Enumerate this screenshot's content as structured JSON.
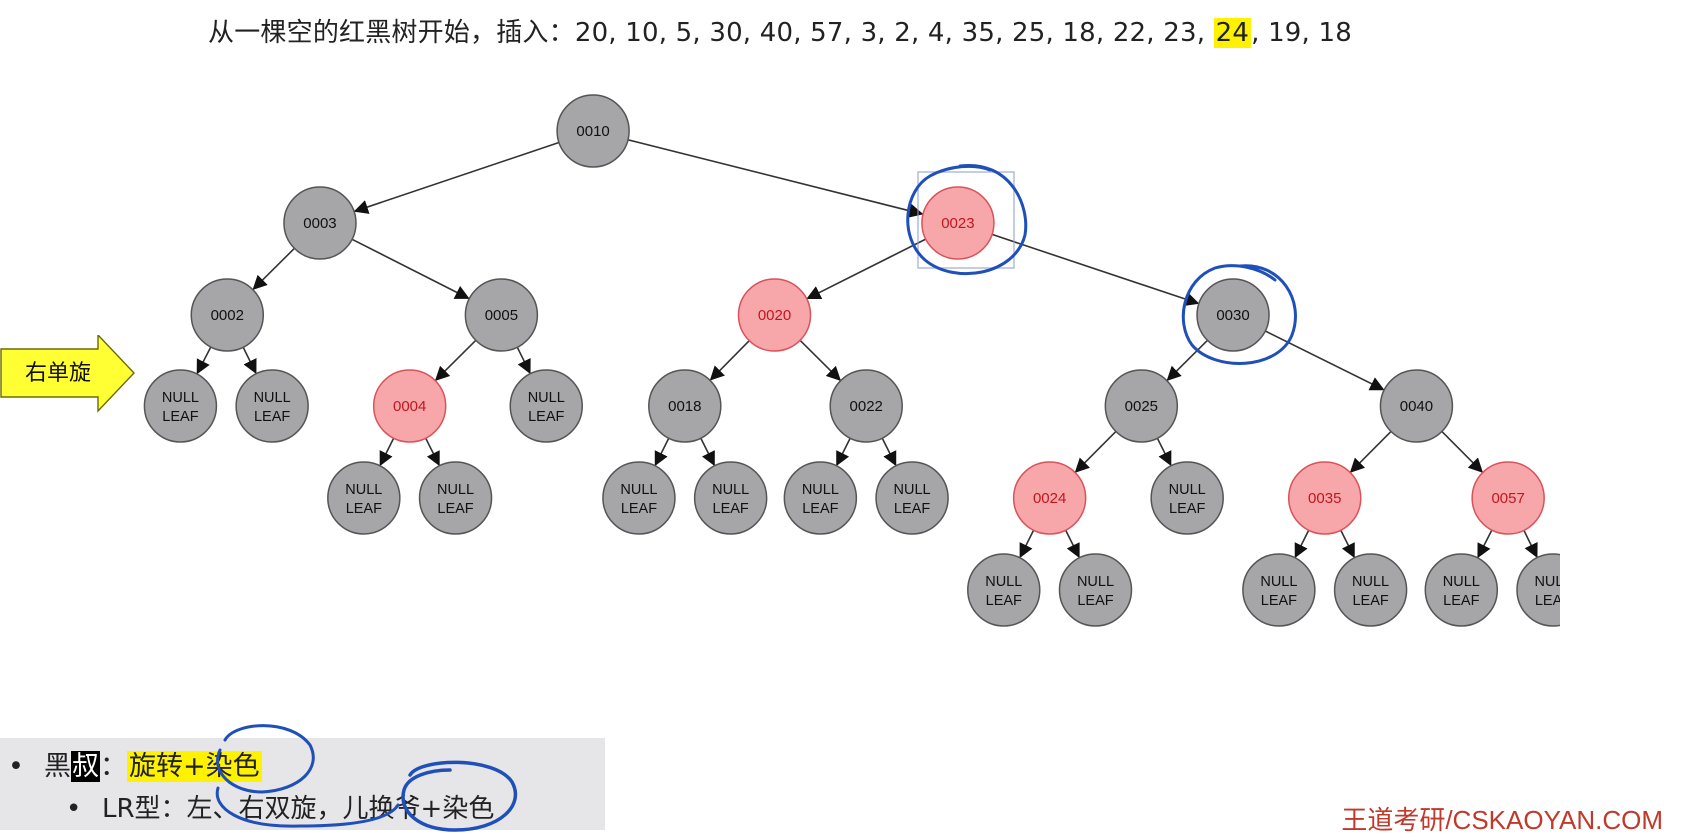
{
  "title": {
    "prefix": "从一棵空的红黑树开始，插入：",
    "before": "20, 10, 5, 30, 40, 57, 3, 2, 4, 35, 25, 18, 22, 23, ",
    "highlight": "24",
    "after": ", 19, 18"
  },
  "colors": {
    "black_node_fill": "#a6a5a8",
    "black_node_stroke": "#555555",
    "red_node_fill": "#f7a7aa",
    "red_node_stroke": "#d9535a",
    "red_text": "#c0171f",
    "ink": "#1f4fb8",
    "highlight": "#fff200",
    "arrow_fill": "#ffff33",
    "watermark": "#c0392b"
  },
  "tree": {
    "nodes": [
      {
        "id": "n10",
        "label": "0010",
        "color": "black"
      },
      {
        "id": "n3",
        "label": "0003",
        "color": "black"
      },
      {
        "id": "n23",
        "label": "0023",
        "color": "red",
        "selected": true
      },
      {
        "id": "n2",
        "label": "0002",
        "color": "black"
      },
      {
        "id": "n5",
        "label": "0005",
        "color": "black"
      },
      {
        "id": "n20",
        "label": "0020",
        "color": "red"
      },
      {
        "id": "n30",
        "label": "0030",
        "color": "black"
      },
      {
        "id": "n4",
        "label": "0004",
        "color": "red"
      },
      {
        "id": "n18",
        "label": "0018",
        "color": "black"
      },
      {
        "id": "n22",
        "label": "0022",
        "color": "black"
      },
      {
        "id": "n25",
        "label": "0025",
        "color": "black"
      },
      {
        "id": "n40",
        "label": "0040",
        "color": "black"
      },
      {
        "id": "n24",
        "label": "0024",
        "color": "red"
      },
      {
        "id": "n35",
        "label": "0035",
        "color": "red"
      },
      {
        "id": "n57",
        "label": "0057",
        "color": "red"
      }
    ],
    "leaf_label_line1": "NULL",
    "leaf_label_line2": "LEAF",
    "edges": [
      [
        "n10",
        "n3"
      ],
      [
        "n10",
        "n23"
      ],
      [
        "n3",
        "n2"
      ],
      [
        "n3",
        "n5"
      ],
      [
        "n23",
        "n20"
      ],
      [
        "n23",
        "n30"
      ],
      [
        "n2",
        "L1"
      ],
      [
        "n2",
        "L2"
      ],
      [
        "n5",
        "n4"
      ],
      [
        "n5",
        "L3"
      ],
      [
        "n20",
        "n18"
      ],
      [
        "n20",
        "n22"
      ],
      [
        "n30",
        "n25"
      ],
      [
        "n30",
        "n40"
      ],
      [
        "n4",
        "L4"
      ],
      [
        "n4",
        "L5"
      ],
      [
        "n18",
        "L6"
      ],
      [
        "n18",
        "L7"
      ],
      [
        "n22",
        "L8"
      ],
      [
        "n22",
        "L9"
      ],
      [
        "n25",
        "n24"
      ],
      [
        "n25",
        "L10"
      ],
      [
        "n40",
        "n35"
      ],
      [
        "n40",
        "n57"
      ],
      [
        "n24",
        "L11"
      ],
      [
        "n24",
        "L12"
      ],
      [
        "n35",
        "L13"
      ],
      [
        "n35",
        "L14"
      ],
      [
        "n57",
        "L15"
      ],
      [
        "n57",
        "L16"
      ]
    ]
  },
  "arrow_label": "右单旋",
  "rules": {
    "bullet": "•",
    "line1_prefix": "黑",
    "line1_boxed": "叔",
    "line1_colon": "：",
    "line1_highlight": "旋转+染色",
    "line2_text": "LR型：左、右双旋，儿换爷+染色"
  },
  "watermark": "王道考研/CSKAOYAN.COM"
}
